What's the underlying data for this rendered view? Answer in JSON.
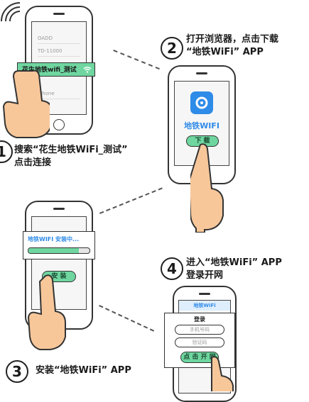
{
  "step1": {
    "number": "1",
    "wifi_list": [
      "OADD",
      "TD-11000",
      "iPhone"
    ],
    "selected_network": "花生地铁wifi_测试",
    "caption_line1": "搜索“花生地铁WiFi_测试”",
    "caption_line2": "点击连接"
  },
  "step2": {
    "number": "2",
    "caption_line1": "打开浏览器，点击下载",
    "caption_line2": "“地铁WiFi” APP",
    "app_name": "地铁WIFI",
    "download_label": "下 载"
  },
  "step3": {
    "number": "3",
    "caption": "安装“地铁WiFi” APP",
    "installing_label": "地铁WIFI 安装中...",
    "install_label": "安 装",
    "progress": 0.82
  },
  "step4": {
    "number": "4",
    "caption_line1": "进入“地铁WiFi” APP",
    "caption_line2": "登录开网",
    "header_label": "地铁WiFi",
    "login_title": "登录",
    "phone_placeholder": "手机号码",
    "code_placeholder": "验证码",
    "open_label": "点 击 开 网"
  },
  "colors": {
    "accent_green": "#6fd6a0",
    "app_blue": "#2f8be8",
    "skin": "#f7c79a"
  }
}
